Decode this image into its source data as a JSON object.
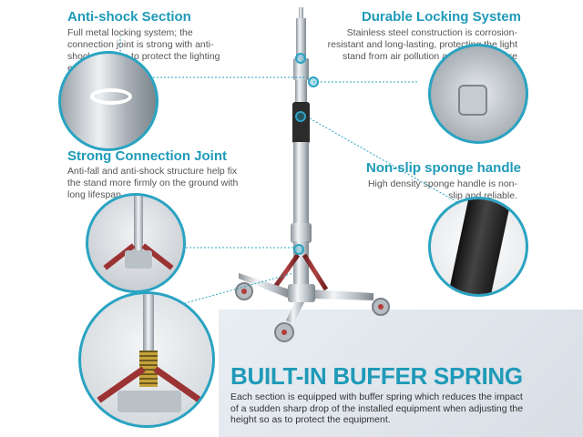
{
  "features": {
    "anti_shock": {
      "title": "Anti-shock Section",
      "desc": "Full metal locking system; the connection joint is strong with anti-shock function to protect the lighting equipment well."
    },
    "locking": {
      "title": "Durable Locking System",
      "desc": "Stainless steel construction is corrosion-resistant and long-lasting, protecting the light stand from air pollution and salt exposure"
    },
    "joint": {
      "title": "Strong Connection Joint",
      "desc": "Anti-fall and anti-shock structure help fix the stand more firmly on the ground with long lifespan."
    },
    "sponge": {
      "title": "Non-slip sponge handle",
      "desc": "High density sponge handle is non-slip and reliable."
    },
    "spring": {
      "title": "BUILT-IN BUFFER SPRING",
      "desc": "Each section is equipped with buffer spring which reduces the impact of a sudden sharp drop of  the installed equipment when adjusting the height so as to protect the equipment."
    }
  },
  "colors": {
    "accent": "#1f9ab8",
    "leg_red": "#8b2a2a",
    "steel": "#c9ced3"
  }
}
